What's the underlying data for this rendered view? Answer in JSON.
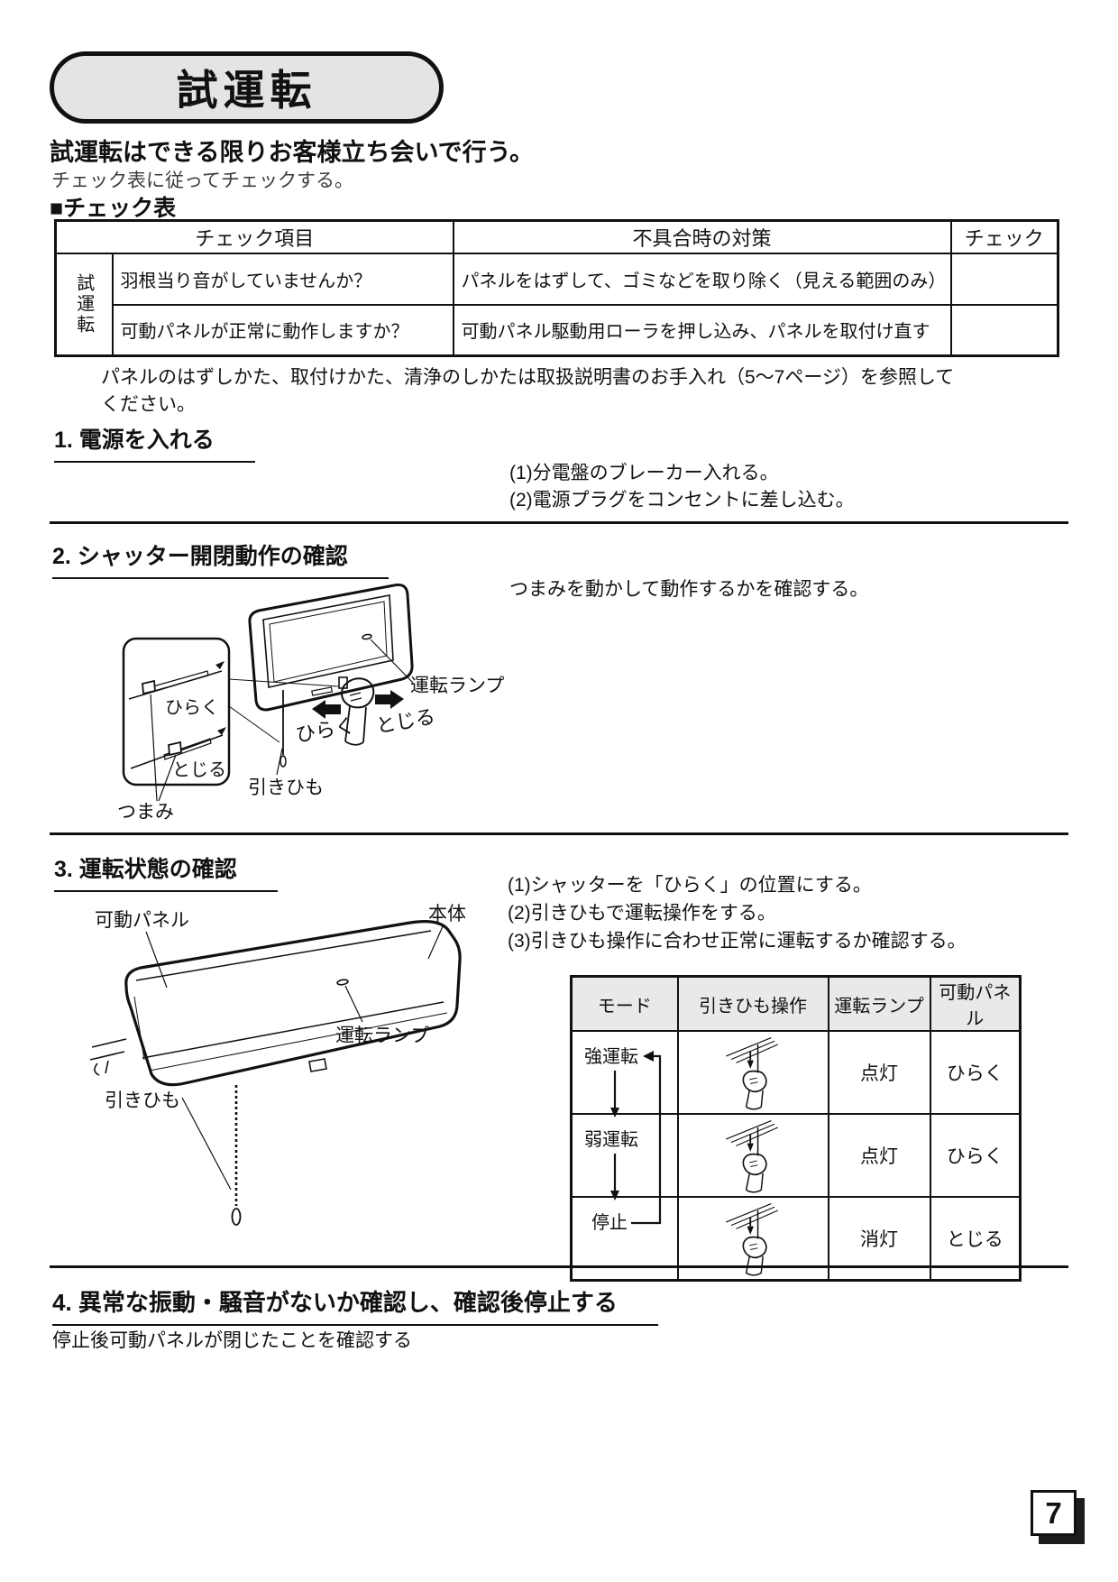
{
  "page": {
    "title": "試運転",
    "page_number": "7"
  },
  "intro": {
    "lead": "試運転はできる限りお客様立ち会いで行う。",
    "sub": "チェック表に従ってチェックする。",
    "table_heading": "■チェック表"
  },
  "check_table": {
    "col_item": "チェック項目",
    "col_action": "不具合時の対策",
    "col_check": "チェック",
    "group_label": "試運転",
    "rows": [
      {
        "item": "羽根当り音がしていませんか？",
        "action": "パネルをはずして、ゴミなどを取り除く（見える範囲のみ）",
        "check": ""
      },
      {
        "item": "可動パネルが正常に動作しますか？",
        "action": "可動パネル駆動用ローラを押し込み、パネルを取付け直す",
        "check": ""
      }
    ],
    "note_line1": "パネルのはずしかた、取付けかた、清浄のしかたは取扱説明書のお手入れ（5～7ページ）を参照して",
    "note_line2": "ください。"
  },
  "section1": {
    "heading": "1. 電源を入れる",
    "steps": [
      "(1)分電盤のブレーカー入れる。",
      "(2)電源プラグをコンセントに差し込む。"
    ]
  },
  "section2": {
    "heading": "2. シャッター開閉動作の確認",
    "note": "つまみを動かして動作するかを確認する。",
    "labels": {
      "open": "ひらく",
      "close": "とじる",
      "knob": "つまみ",
      "cord": "引きひも",
      "lamp": "運転ランプ",
      "arrow_open": "ひらく",
      "arrow_close": "とじる"
    }
  },
  "section3": {
    "heading": "3. 運転状態の確認",
    "steps": [
      "(1)シャッターを「ひらく」の位置にする。",
      "(2)引きひもで運転操作をする。",
      "(3)引きひも操作に合わせ正常に運転するか確認する。"
    ],
    "labels": {
      "panel": "可動パネル",
      "body": "本体",
      "lamp": "運転ランプ",
      "cord": "引きひも"
    },
    "mode_table": {
      "col_mode": "モード",
      "col_op": "引きひも操作",
      "col_lamp": "運転ランプ",
      "col_panel": "可動パネル",
      "rows": [
        {
          "mode": "強運転",
          "lamp": "点灯",
          "panel": "ひらく"
        },
        {
          "mode": "弱運転",
          "lamp": "点灯",
          "panel": "ひらく"
        },
        {
          "mode": "停止",
          "lamp": "消灯",
          "panel": "とじる"
        }
      ]
    }
  },
  "section4": {
    "heading": "4. 異常な振動・騒音がないか確認し、確認後停止する",
    "note": "停止後可動パネルが閉じたことを確認する"
  }
}
